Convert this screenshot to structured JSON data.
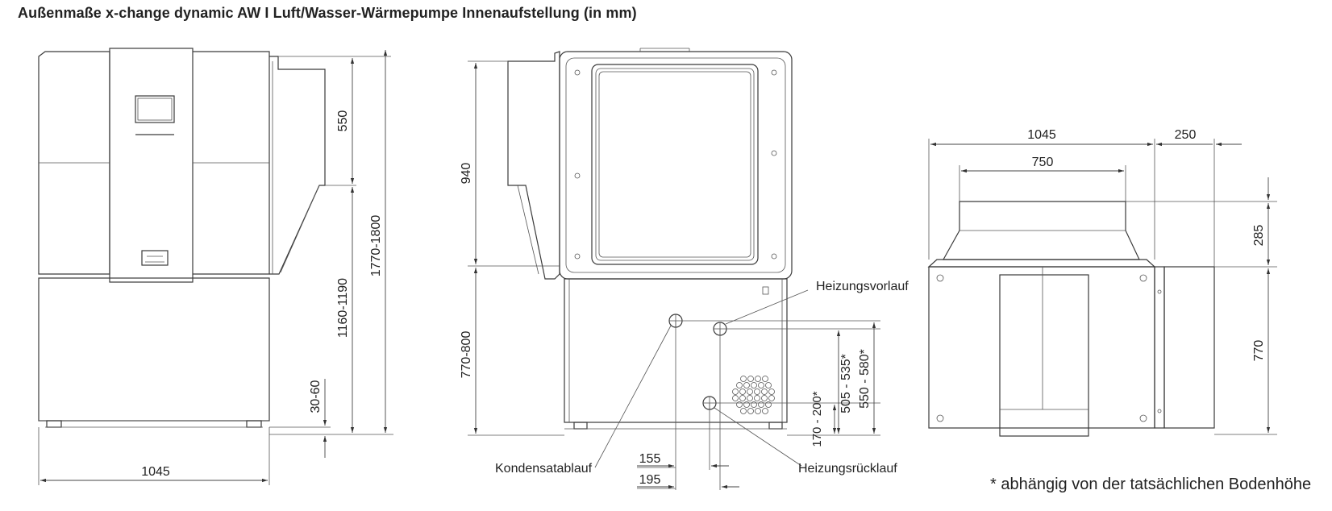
{
  "title": "Außenmaße x-change dynamic AW I Luft/Wasser-Wärmepumpe Innenaufstellung (in mm)",
  "footnote": "* abhängig von der tatsächlichen Bodenhöhe",
  "front_view": {
    "width": "1045",
    "upper_height": "550",
    "lower_height": "1160-1190",
    "total_height": "1770-1800",
    "feet_height": "30-60"
  },
  "side_view": {
    "upper_height": "940",
    "lower_height": "770-800",
    "dim_505_535": "505 - 535*",
    "dim_550_580": "550 - 580*",
    "dim_170_200": "170 - 200*",
    "dim_155": "155",
    "dim_195": "195",
    "label_vorlauf": "Heizungsvorlauf",
    "label_ruecklauf": "Heizungsrücklauf",
    "label_kondensat": "Kondensatablauf"
  },
  "top_view": {
    "width": "1045",
    "duct_width": "750",
    "offset": "250",
    "duct_height": "285",
    "body_height": "770"
  }
}
